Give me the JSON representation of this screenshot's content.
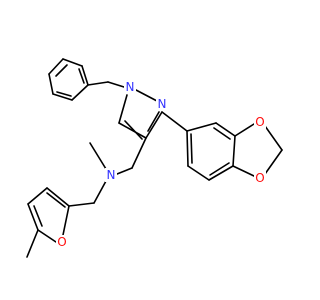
{
  "colors": {
    "bond": "#000000",
    "background": "#ffffff",
    "carbon_bond": "#000000",
    "nitrogen": "#3333ff",
    "oxygen": "#ff0d0d"
  },
  "atoms": {
    "n1": "N",
    "n2": "N",
    "n_amine": "N",
    "o_furan": "O",
    "o_dioxole_1": "O",
    "o_dioxole_2": "O"
  }
}
